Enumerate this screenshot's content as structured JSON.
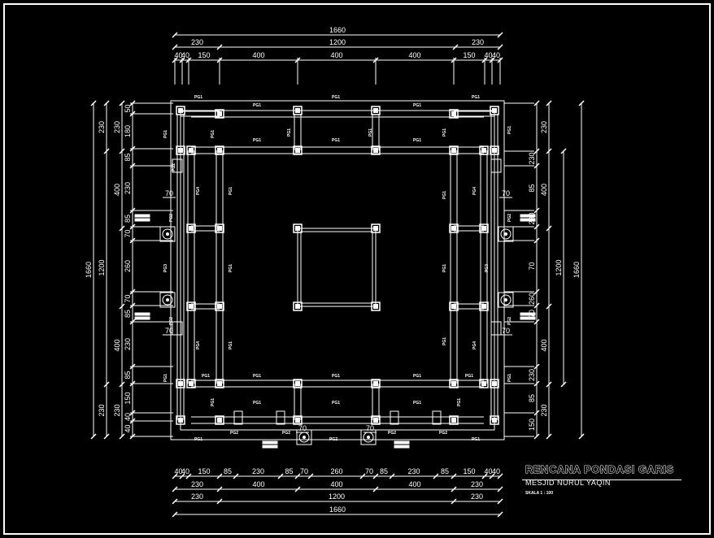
{
  "drawing": {
    "title": "RENCANA PONDASI GARIS",
    "subtitle": "MESJID NURUL YAQIN",
    "scale": "SKALA 1 : 100"
  },
  "dimensions": {
    "overall": "1660",
    "top_row1": [
      "230",
      "1200",
      "230"
    ],
    "top_row2": [
      "40",
      "40",
      "150",
      "400",
      "400",
      "400",
      "150",
      "40",
      "40"
    ],
    "bottom_row1": [
      "40",
      "40",
      "150",
      "85",
      "230",
      "85",
      "70",
      "260",
      "70",
      "85",
      "230",
      "85",
      "150",
      "40",
      "40"
    ],
    "bottom_row2": [
      "230",
      "400",
      "400",
      "400",
      "230"
    ],
    "bottom_row3": [
      "230",
      "1200",
      "230"
    ],
    "left_outer": [
      "1660"
    ],
    "left_mid": [
      "1200"
    ],
    "left_top": [
      "230",
      "400"
    ],
    "left_inner": [
      "50",
      "180",
      "85",
      "230",
      "85",
      "70",
      "260",
      "70",
      "85",
      "230",
      "85",
      "150",
      "40",
      "40"
    ],
    "left_bottom": [
      "400",
      "230"
    ],
    "right_inner": [
      "230",
      "85",
      "230",
      "70",
      "260",
      "70",
      "230",
      "85",
      "150"
    ],
    "right_outer": [
      "230",
      "400",
      "1200",
      "400",
      "230",
      "1660"
    ],
    "small_70": "70"
  },
  "labels": {
    "pg1": "PG1",
    "pg2": "PG2",
    "pg3": "PG3",
    "pg4": "PG4"
  },
  "colors": {
    "background": "#000000",
    "lines": "#ffffff"
  }
}
